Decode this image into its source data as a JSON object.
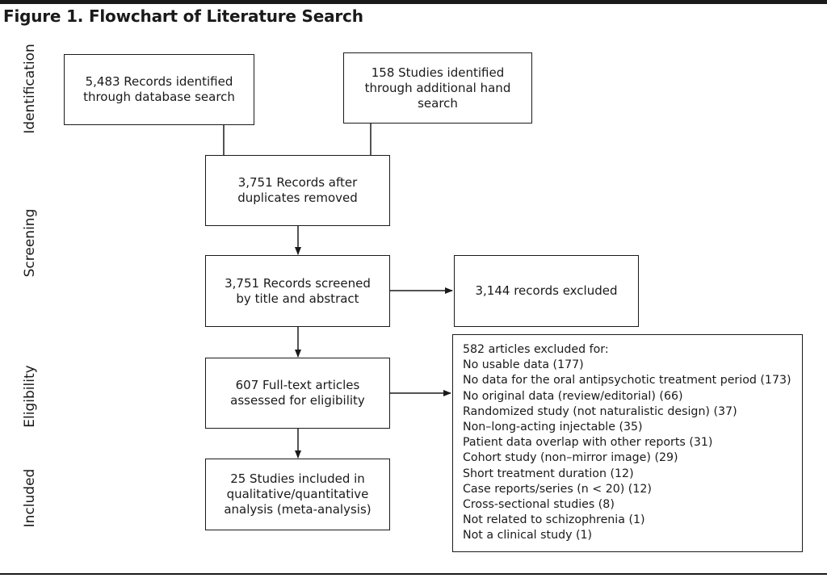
{
  "figure": {
    "title": "Figure 1. Flowchart of Literature Search"
  },
  "stages": {
    "identification": "Identification",
    "screening": "Screening",
    "eligibility": "Eligibility",
    "included": "Included"
  },
  "boxes": {
    "database_search": "5,483 Records identified\nthrough database search",
    "hand_search": "158 Studies identified\nthrough additional hand\nsearch",
    "after_duplicates": "3,751 Records after\nduplicates removed",
    "screened": "3,751 Records screened\nby title and abstract",
    "records_excluded": "3,144 records excluded",
    "full_text": "607 Full-text articles\nassessed for eligibility",
    "included": "25 Studies included in\nqualitative/quantitative\nanalysis (meta-analysis)"
  },
  "exclusions": {
    "heading": "582 articles excluded for:",
    "reasons": [
      "No usable data (177)",
      "No data for the oral antipsychotic treatment period (173)",
      "No original data (review/editorial) (66)",
      "Randomized study (not naturalistic design) (37)",
      "Non–long-acting injectable (35)",
      "Patient data overlap with other reports (31)",
      "Cohort study (non–mirror image) (29)",
      "Short treatment duration (12)",
      "Case reports/series (n < 20) (12)",
      "Cross-sectional studies (8)",
      "Not related to schizophrenia (1)",
      "Not a clinical study (1)"
    ]
  },
  "colors": {
    "ink": "#1a1a1a",
    "background": "#ffffff"
  }
}
